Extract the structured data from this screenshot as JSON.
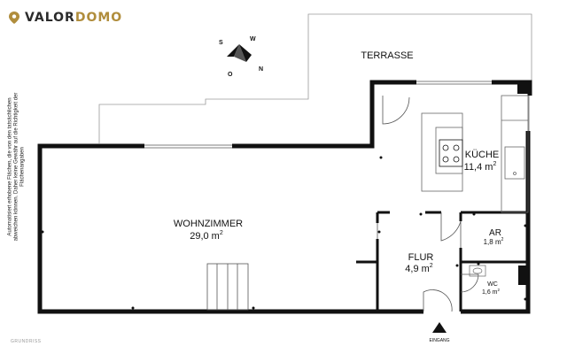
{
  "brand": {
    "name_part1": "VALOR",
    "name_part2": "DOMO",
    "color_part1": "#2b2b2b",
    "color_part2": "#b08d3c"
  },
  "side_note": "Automatisiert erhobene Flächen, die von den tatsächlichen abweichen können. Daher keine Gewähr auf die Richtigkeit der Flächenangaben",
  "footer": "GRUNDRISS",
  "compass": {
    "s": "S",
    "w": "W",
    "o": "O",
    "n": "N"
  },
  "rooms": {
    "terrasse": {
      "name": "TERRASSE"
    },
    "kueche": {
      "name": "KÜCHE",
      "area": "11,4 m",
      "sup": "2"
    },
    "wohnzimmer": {
      "name": "WOHNZIMMER",
      "area": "29,0 m",
      "sup": "2"
    },
    "ar": {
      "name": "AR",
      "area": "1,8 m",
      "sup": "2"
    },
    "flur": {
      "name": "FLUR",
      "area": "4,9 m",
      "sup": "2"
    },
    "wc": {
      "name": "WC",
      "area": "1,6 m",
      "sup": "2"
    }
  },
  "entrance": {
    "label": "EINGANG"
  }
}
